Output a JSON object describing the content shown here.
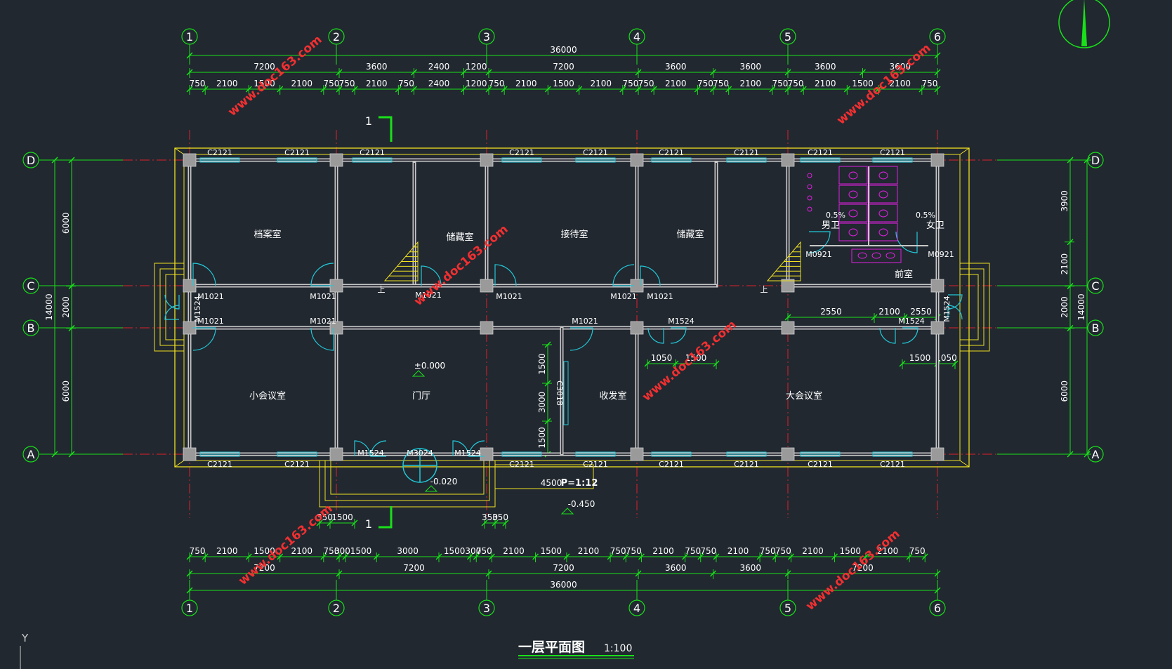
{
  "drawing": {
    "title": "一层平面图",
    "scale": "1:100",
    "axis_indicator": "Y"
  },
  "grid": {
    "columns": [
      "1",
      "2",
      "3",
      "4",
      "5",
      "6"
    ],
    "rows": [
      "D",
      "C",
      "B",
      "A"
    ]
  },
  "rooms": [
    {
      "label": "档案室"
    },
    {
      "label": "储藏室"
    },
    {
      "label": "接待室"
    },
    {
      "label": "储藏室"
    },
    {
      "label": "男卫"
    },
    {
      "label": "女卫"
    },
    {
      "label": "前室"
    },
    {
      "label": "小会议室"
    },
    {
      "label": "门厅"
    },
    {
      "label": "收发室"
    },
    {
      "label": "大会议室"
    }
  ],
  "top_dimensions": {
    "overall": "36000",
    "row2": [
      "7200",
      "3600",
      "2400",
      "1200",
      "7200",
      "3600",
      "3600",
      "3600",
      "3600"
    ],
    "row3": [
      "750",
      "2100",
      "1500",
      "2100",
      "750",
      "750",
      "2100",
      "750",
      "2400",
      "1200",
      "750",
      "2100",
      "1500",
      "2100",
      "750",
      "750",
      "2100",
      "750",
      "750",
      "2100",
      "750",
      "750",
      "2100",
      "1500",
      "2100",
      "750"
    ]
  },
  "bottom_dimensions": {
    "overall": "36000",
    "row2": [
      "7200",
      "7200",
      "7200",
      "3600",
      "3600",
      "7200"
    ],
    "row1": [
      "750",
      "2100",
      "1500",
      "2100",
      "750",
      "300",
      "1500",
      "3000",
      "1500",
      "300",
      "750",
      "2100",
      "1500",
      "2100",
      "750",
      "750",
      "2100",
      "750",
      "750",
      "2100",
      "750",
      "750",
      "2100",
      "1500",
      "2100",
      "750"
    ]
  },
  "left_dimensions": {
    "overall": "14000",
    "segments": [
      "6000",
      "2000",
      "6000"
    ]
  },
  "right_dimensions": {
    "overall": "14000",
    "segments": [
      "3900",
      "2100",
      "2000",
      "6000"
    ]
  },
  "windows": [
    "C2121"
  ],
  "doors": [
    "M1021",
    "M1524",
    "M3024",
    "M0921",
    "C3018"
  ],
  "annotations": {
    "elevation_floor": "±0.000",
    "elevation_entry": "-0.020",
    "elevation_ground": "-0.450",
    "ramp": "P=1:12",
    "ramp_length": "4500",
    "slope": "0.5%",
    "stair_up": "上",
    "section_mark": "1",
    "dims_misc": [
      "1500",
      "3000",
      "1500",
      "2550",
      "2100",
      "2550",
      "1050",
      "1500",
      "1500",
      "1050",
      "350",
      "1500",
      "350",
      "1500",
      "350"
    ]
  },
  "watermark": "www.doc163.com",
  "colors": {
    "background": "#212830",
    "dimension": "#19e019",
    "wall": "#e8e8e8",
    "outline": "#f0e020",
    "axis": "#e0202a",
    "glass": "#22c8d8",
    "fixtures": "#e020e0",
    "watermark": "#ff3030"
  }
}
